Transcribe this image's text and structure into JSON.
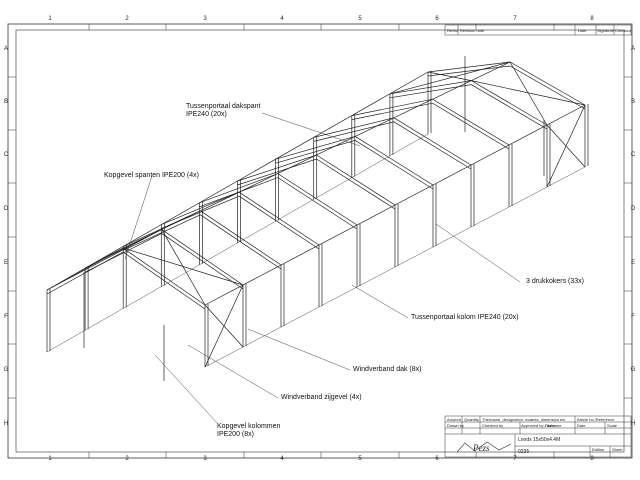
{
  "grid": {
    "columns": [
      "1",
      "2",
      "3",
      "4",
      "5",
      "6",
      "7",
      "8"
    ],
    "rows": [
      "A",
      "B",
      "C",
      "D",
      "E",
      "F",
      "G",
      "H"
    ]
  },
  "revision_table": {
    "headers": [
      "Revisi",
      "Revision note",
      "Date",
      "Signature",
      "Checked"
    ]
  },
  "callouts": {
    "dakspant": [
      "Tussenportaal dakspant",
      "IPE240 (20x)"
    ],
    "kopgevel_spanten": "Kopgevel spanten IPE200 (4x)",
    "drukkokers": "3 drukkokers (33x)",
    "tussen_kolom": "Tussenportaal kolom IPE240 (20x)",
    "windverband_dak": "Windverband dak (8x)",
    "windverband_zijgevel": "Windverband zijgevel (4x)",
    "kopgevel_kolommen": [
      "Kopgevel kolommen",
      "IPE200 (8x)"
    ]
  },
  "title_block": {
    "row1": [
      "Amount",
      "Quantity",
      "Thermane, designation, materia, dimension etc",
      "Article no./Reference"
    ],
    "row2": [
      "Drawn by",
      "Checked by",
      "Approved by / date",
      "Filename",
      "Date",
      "Scale"
    ],
    "title": "Loods 15x50x4.4M",
    "drawing_no": "0235",
    "edition": "Edition",
    "sheet": "Sheet",
    "logo_text": "Pezs"
  }
}
